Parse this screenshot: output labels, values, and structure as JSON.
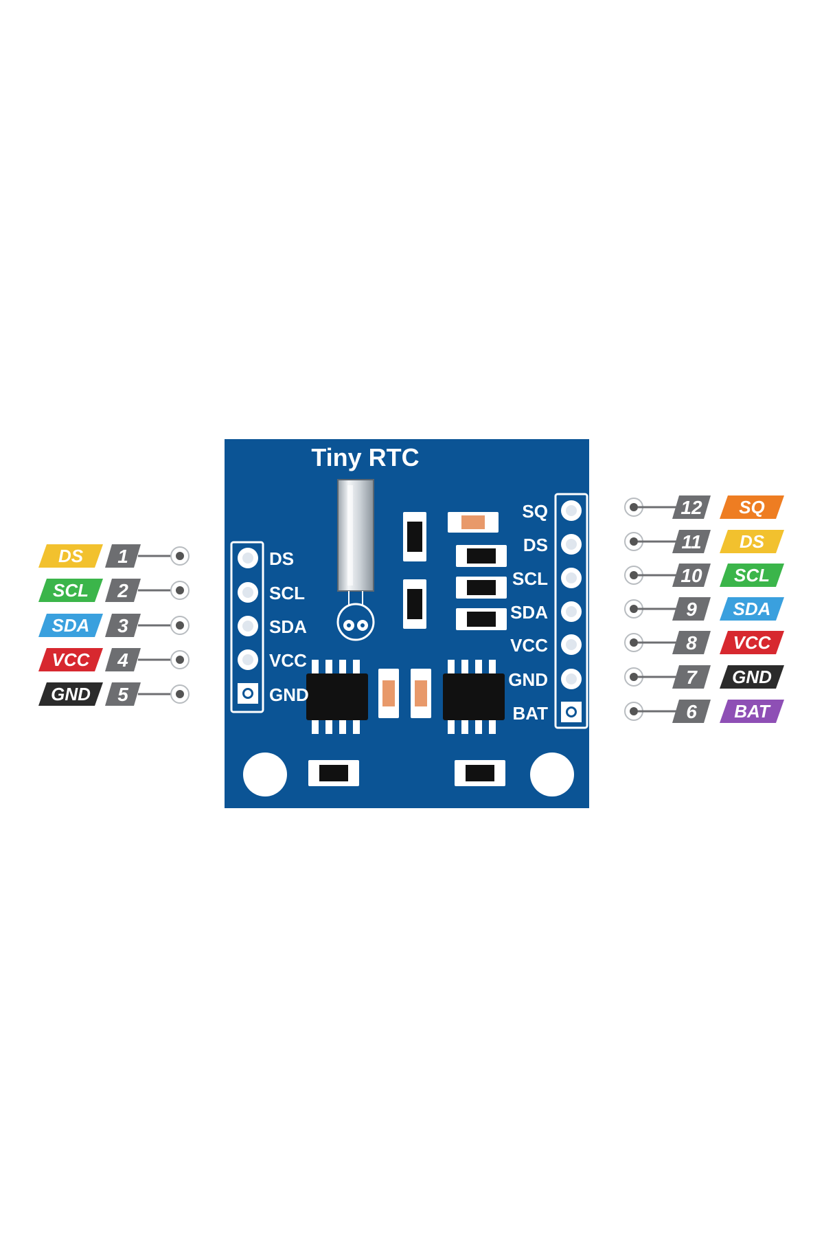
{
  "board": {
    "title": "Tiny RTC",
    "color": "#0b5495",
    "left_header_labels": [
      "DS",
      "SCL",
      "SDA",
      "VCC",
      "GND"
    ],
    "right_header_labels": [
      "SQ",
      "DS",
      "SCL",
      "SDA",
      "VCC",
      "GND",
      "BAT"
    ]
  },
  "left_pins": [
    {
      "number": "1",
      "name": "DS",
      "color": "#f2c12e"
    },
    {
      "number": "2",
      "name": "SCL",
      "color": "#3bb54a"
    },
    {
      "number": "3",
      "name": "SDA",
      "color": "#3aa0de"
    },
    {
      "number": "4",
      "name": "VCC",
      "color": "#d7282f"
    },
    {
      "number": "5",
      "name": "GND",
      "color": "#2b2b2b"
    }
  ],
  "right_pins": [
    {
      "number": "12",
      "name": "SQ",
      "color": "#ee7d22"
    },
    {
      "number": "11",
      "name": "DS",
      "color": "#f2c12e"
    },
    {
      "number": "10",
      "name": "SCL",
      "color": "#3bb54a"
    },
    {
      "number": "9",
      "name": "SDA",
      "color": "#3aa0de"
    },
    {
      "number": "8",
      "name": "VCC",
      "color": "#d7282f"
    },
    {
      "number": "7",
      "name": "GND",
      "color": "#2b2b2b"
    },
    {
      "number": "6",
      "name": "BAT",
      "color": "#8e4fb5"
    }
  ],
  "number_badge_color": "#6d6e71"
}
